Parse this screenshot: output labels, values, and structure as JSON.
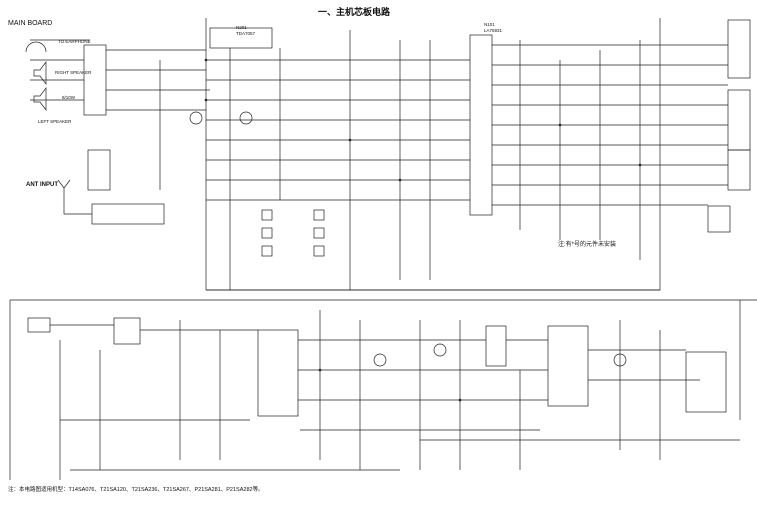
{
  "title": "一、主机芯板电路",
  "main_board_label": "MAIN BOARD",
  "connector_labels": {
    "earphone": "TO EARPHONE",
    "right_speaker": "RIGHT SPEAKER",
    "power_rating": "8/10W",
    "left_speaker": "LEFT SPEAKER",
    "ant_input": "ANT INPUT"
  },
  "ic_labels": {
    "main_ic_ref": "N101",
    "main_ic_part": "LA76931",
    "audio_ic_ref": "N201",
    "audio_ic_part": "TDA7057"
  },
  "notes": {
    "uninstalled": "注:有*号的元件未安装",
    "applicable_models": "注：本电路图适用机型：T14SA076、T21SA120、T21SA236、T21SA267、P21SA281、P21SA282等。"
  }
}
